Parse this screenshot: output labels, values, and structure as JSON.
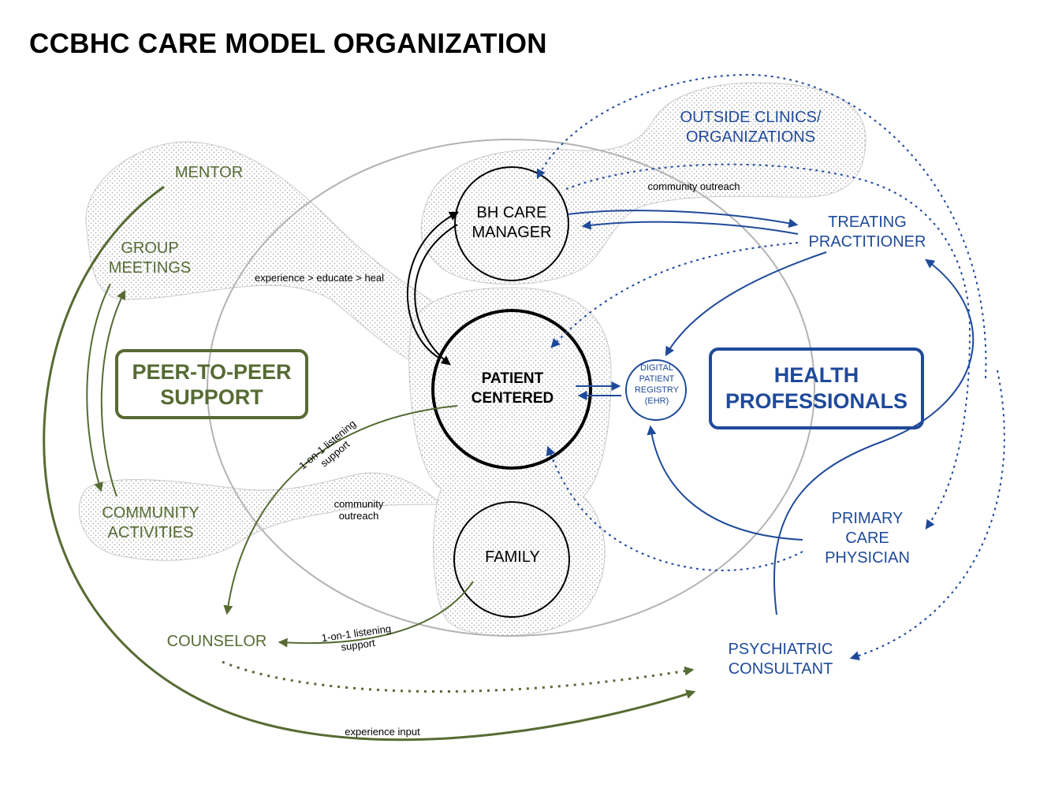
{
  "title": "CCBHC CARE MODEL ORGANIZATION",
  "peer_box": {
    "line1": "PEER-TO-PEER",
    "line2": "SUPPORT"
  },
  "health_box": {
    "line1": "HEALTH",
    "line2": "PROFESSIONALS"
  },
  "circles": {
    "bh_care_manager": {
      "line1": "BH CARE",
      "line2": "MANAGER"
    },
    "patient_centered": {
      "line1": "PATIENT",
      "line2": "CENTERED"
    },
    "family": "FAMILY"
  },
  "registry": {
    "line1": "DIGITAL",
    "line2": "PATIENT",
    "line3": "REGISTRY",
    "line4": "(EHR)"
  },
  "peer_nodes": {
    "mentor": "MENTOR",
    "group_meetings": {
      "line1": "GROUP",
      "line2": "MEETINGS"
    },
    "community_activities": {
      "line1": "COMMUNITY",
      "line2": "ACTIVITIES"
    },
    "counselor": "COUNSELOR"
  },
  "health_nodes": {
    "outside_clinics": {
      "line1": "OUTSIDE CLINICS/",
      "line2": "ORGANIZATIONS"
    },
    "treating_practitioner": {
      "line1": "TREATING",
      "line2": "PRACTITIONER"
    },
    "primary_care_physician": {
      "line1": "PRIMARY",
      "line2": "CARE",
      "line3": "PHYSICIAN"
    },
    "psychiatric_consultant": {
      "line1": "PSYCHIATRIC",
      "line2": "CONSULTANT"
    }
  },
  "annotations": {
    "community_outreach_top": "community outreach",
    "experience_educate_heal": "experience > educate > heal",
    "listening_support_patient": {
      "line1": "1-on-1 listening",
      "line2": "support"
    },
    "community_outreach_bottom": {
      "line1": "community",
      "line2": "outreach"
    },
    "listening_support_family": {
      "line1": "1-on-1 listening",
      "line2": "support"
    },
    "experience_input": "experience input"
  },
  "colors": {
    "peer_green": "#566b33",
    "health_blue": "#1f4a9a",
    "ellipse_gray": "#b3b3b3",
    "stipple": "#9a9a9a"
  }
}
